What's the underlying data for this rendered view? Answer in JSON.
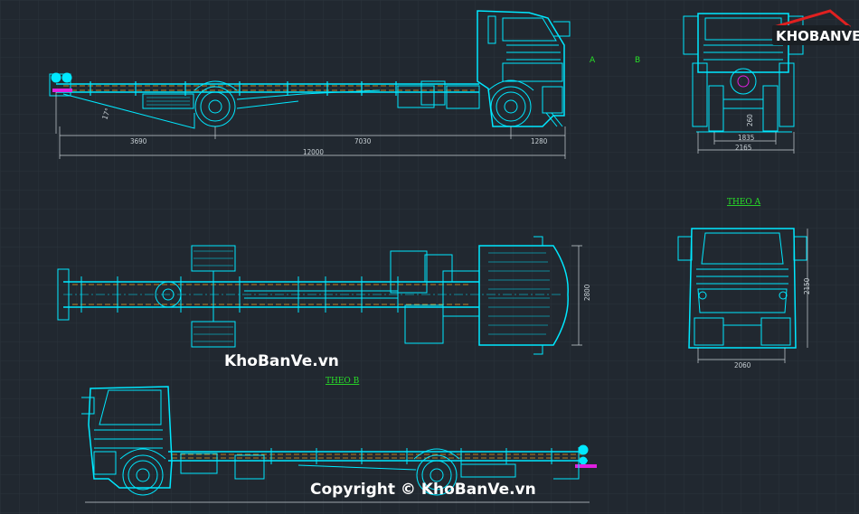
{
  "side_view_top": {
    "dims": [
      "3690",
      "7030",
      "1280",
      "12000"
    ],
    "angle_label": "17°"
  },
  "front_view": {
    "dims": [
      "1835",
      "2165",
      "260"
    ]
  },
  "section_marks": [
    "A",
    "B"
  ],
  "rear_view": {
    "label": "THEO A",
    "dims": [
      "2060",
      "2150"
    ]
  },
  "plan_view": {
    "label": "THEO B",
    "dims": [
      "2800"
    ]
  },
  "logo": {
    "text": "KHOBANVE"
  },
  "watermarks": {
    "site": "KhoBanVe.vn",
    "copyright": "Copyright © KhoBanVe.vn"
  },
  "colors": {
    "background": "#212830",
    "cyan": "#00e8ff",
    "magenta": "#e020e0",
    "green": "#28e028",
    "orange": "#e8a020",
    "grid": "#2b333b"
  }
}
